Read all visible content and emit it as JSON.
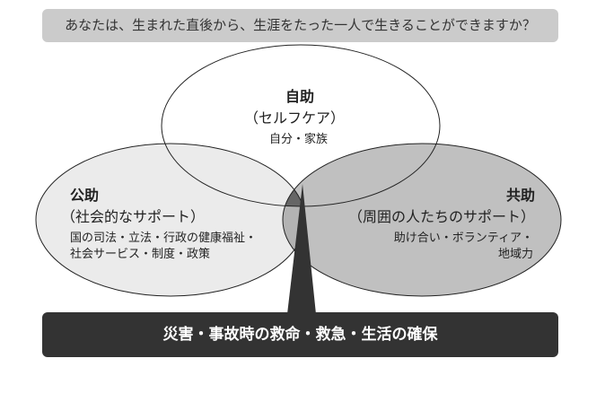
{
  "question": "あなたは、生まれた直後から、生涯をたった一人で生きることができますか？",
  "self_help": {
    "title": "自助",
    "subtitle": "（セルフケア）",
    "desc": "自分・家族"
  },
  "public_help": {
    "title": "公助",
    "subtitle": "（社会的なサポート）",
    "desc_line1": "国の司法・立法・行政の健康福祉・",
    "desc_line2": "社会サービス・制度・政策"
  },
  "mutual_help": {
    "title": "共助",
    "subtitle": "（周囲の人たちのサポート）",
    "desc_line1": "助け合い・ボランティア・",
    "desc_line2": "地域力"
  },
  "bottom_banner": "災害・事故時の救命・救急・生活の確保",
  "colors": {
    "public": "#ebebeb",
    "mutual": "#c0c0c0",
    "overlap": "#b3b3b3",
    "center": "#666666",
    "banner": "#333333"
  }
}
